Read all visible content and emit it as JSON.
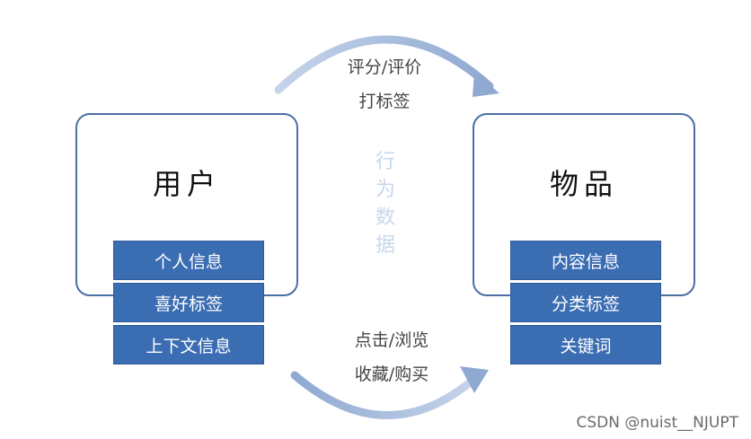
{
  "user": {
    "title": "用户",
    "attributes": [
      "个人信息",
      "喜好标签",
      "上下文信息"
    ]
  },
  "item": {
    "title": "物品",
    "attributes": [
      "内容信息",
      "分类标签",
      "关键词"
    ]
  },
  "top_arrow": {
    "line1": "评分/评价",
    "line2": "打标签"
  },
  "center_label": "行为数据",
  "bottom_arrow": {
    "line1": "点击/浏览",
    "line2": "收藏/购买"
  },
  "watermark": "CSDN @nuist__NJUPT",
  "colors": {
    "box_border": "#4a6fa5",
    "attr_fill": "#3b6db3",
    "arrow": "#a9bedc",
    "center_label": "#c7d7ec"
  }
}
